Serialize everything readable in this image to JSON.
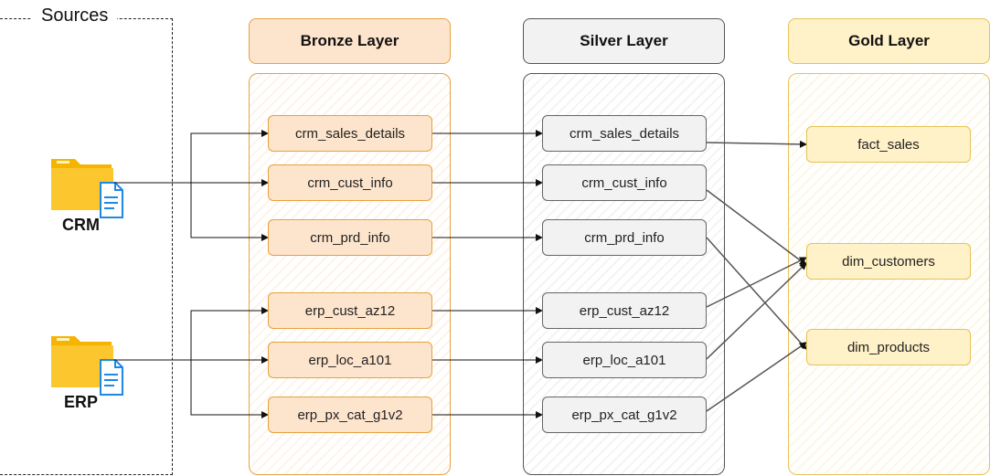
{
  "sources": {
    "title": "Sources"
  },
  "source_systems": [
    {
      "label": "CRM"
    },
    {
      "label": "ERP"
    }
  ],
  "layers": {
    "bronze": {
      "title": "Bronze Layer",
      "tables": [
        "crm_sales_details",
        "crm_cust_info",
        "crm_prd_info",
        "erp_cust_az12",
        "erp_loc_a101",
        "erp_px_cat_g1v2"
      ]
    },
    "silver": {
      "title": "Silver Layer",
      "tables": [
        "crm_sales_details",
        "crm_cust_info",
        "crm_prd_info",
        "erp_cust_az12",
        "erp_loc_a101",
        "erp_px_cat_g1v2"
      ]
    },
    "gold": {
      "title": "Gold Layer",
      "tables": [
        "fact_sales",
        "dim_customers",
        "dim_products"
      ]
    }
  },
  "colors": {
    "bronze_fill": "#fde4cc",
    "bronze_border": "#e6a23c",
    "silver_fill": "#f2f2f2",
    "silver_border": "#555555",
    "gold_fill": "#fff1c8",
    "gold_border": "#e6c255",
    "folder": "#fbc52a"
  },
  "icons": {
    "source_icon": "folder-document-icon"
  }
}
